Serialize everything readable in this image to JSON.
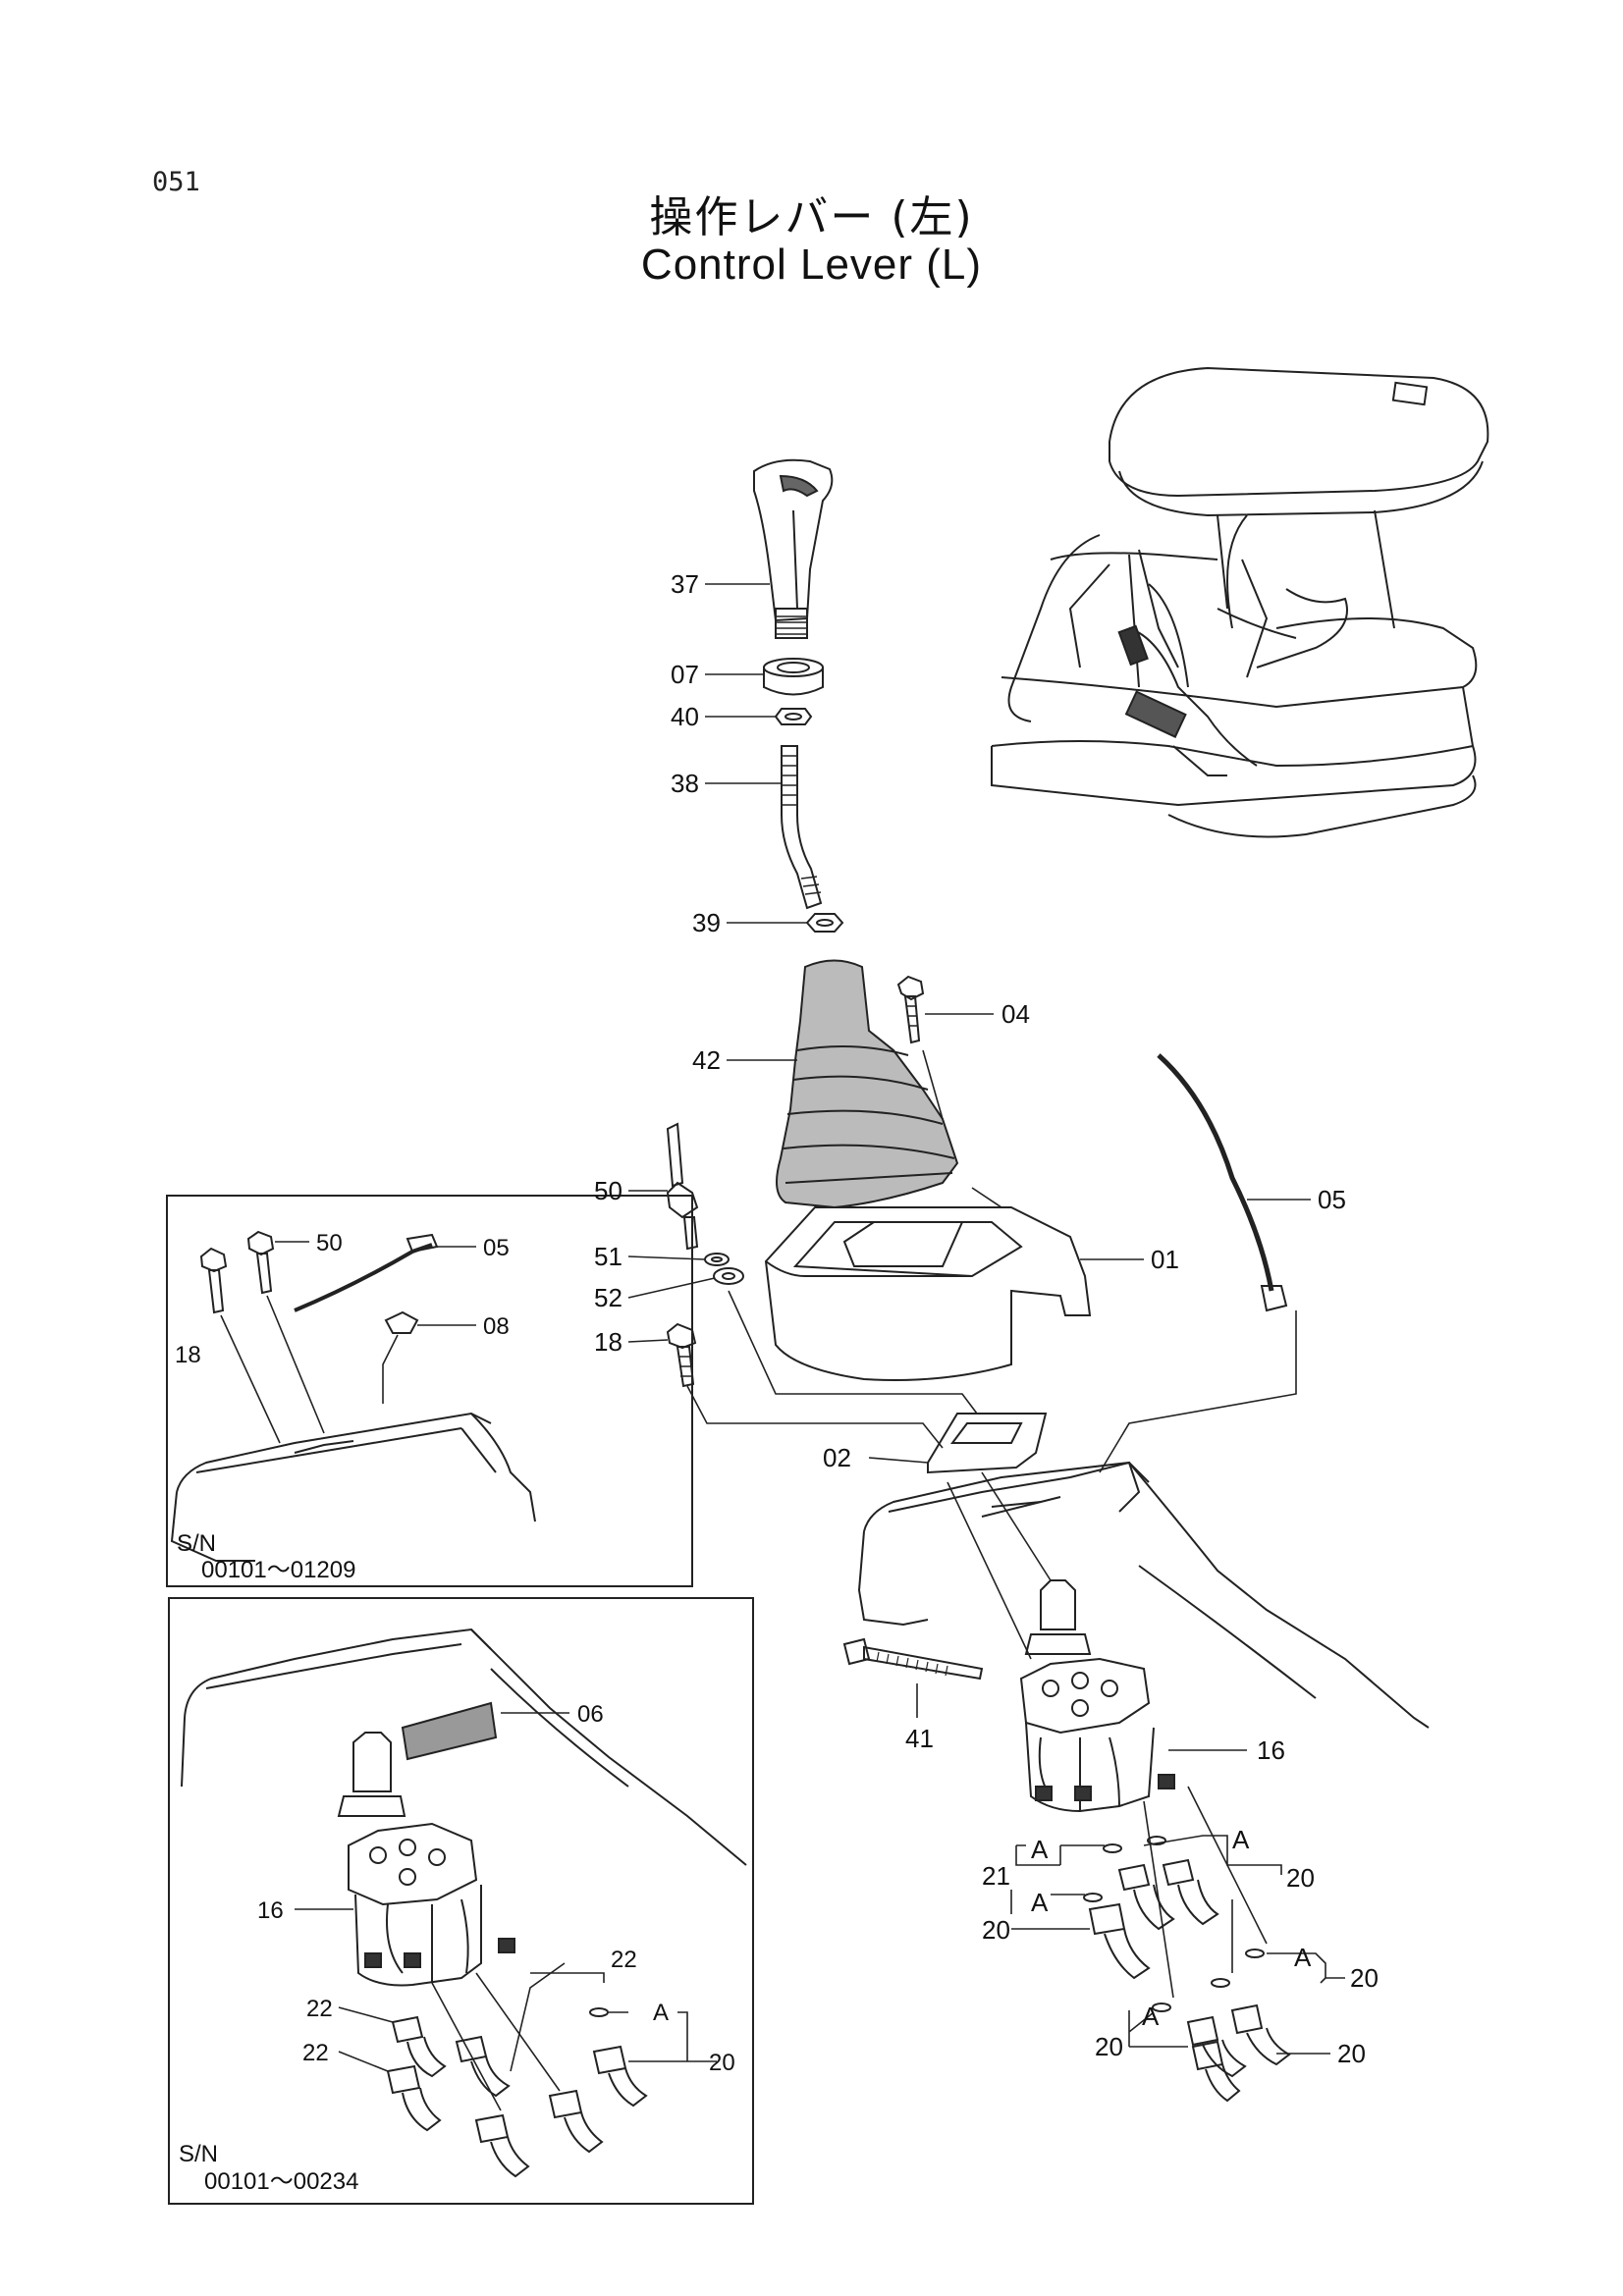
{
  "page_number": "051",
  "title_jp": "操作レバー (左)",
  "title_en": "Control Lever (L)",
  "main_callouts": {
    "p37": "37",
    "p07": "07",
    "p40": "40",
    "p38": "38",
    "p39": "39",
    "p04": "04",
    "p42": "42",
    "p05": "05",
    "p50": "50",
    "p51": "51",
    "p52": "52",
    "p01": "01",
    "p18": "18",
    "p02": "02",
    "p41": "41",
    "p16": "16",
    "p21": "21",
    "p20a": "20",
    "p20b": "20",
    "p20c": "20",
    "p20d": "20",
    "p20e": "20",
    "a1": "A",
    "a2": "A",
    "a3": "A",
    "a4": "A",
    "a5": "A"
  },
  "inset_top": {
    "p18": "18",
    "p50": "50",
    "p05": "05",
    "p08": "08",
    "sn_label": "S/N",
    "sn_range": "00101～01209"
  },
  "inset_bottom": {
    "p06": "06",
    "p16": "16",
    "p22a": "22",
    "p22b": "22",
    "p22c": "22",
    "a": "A",
    "p20": "20",
    "sn_label": "S/N",
    "sn_range": "00101～00234"
  }
}
